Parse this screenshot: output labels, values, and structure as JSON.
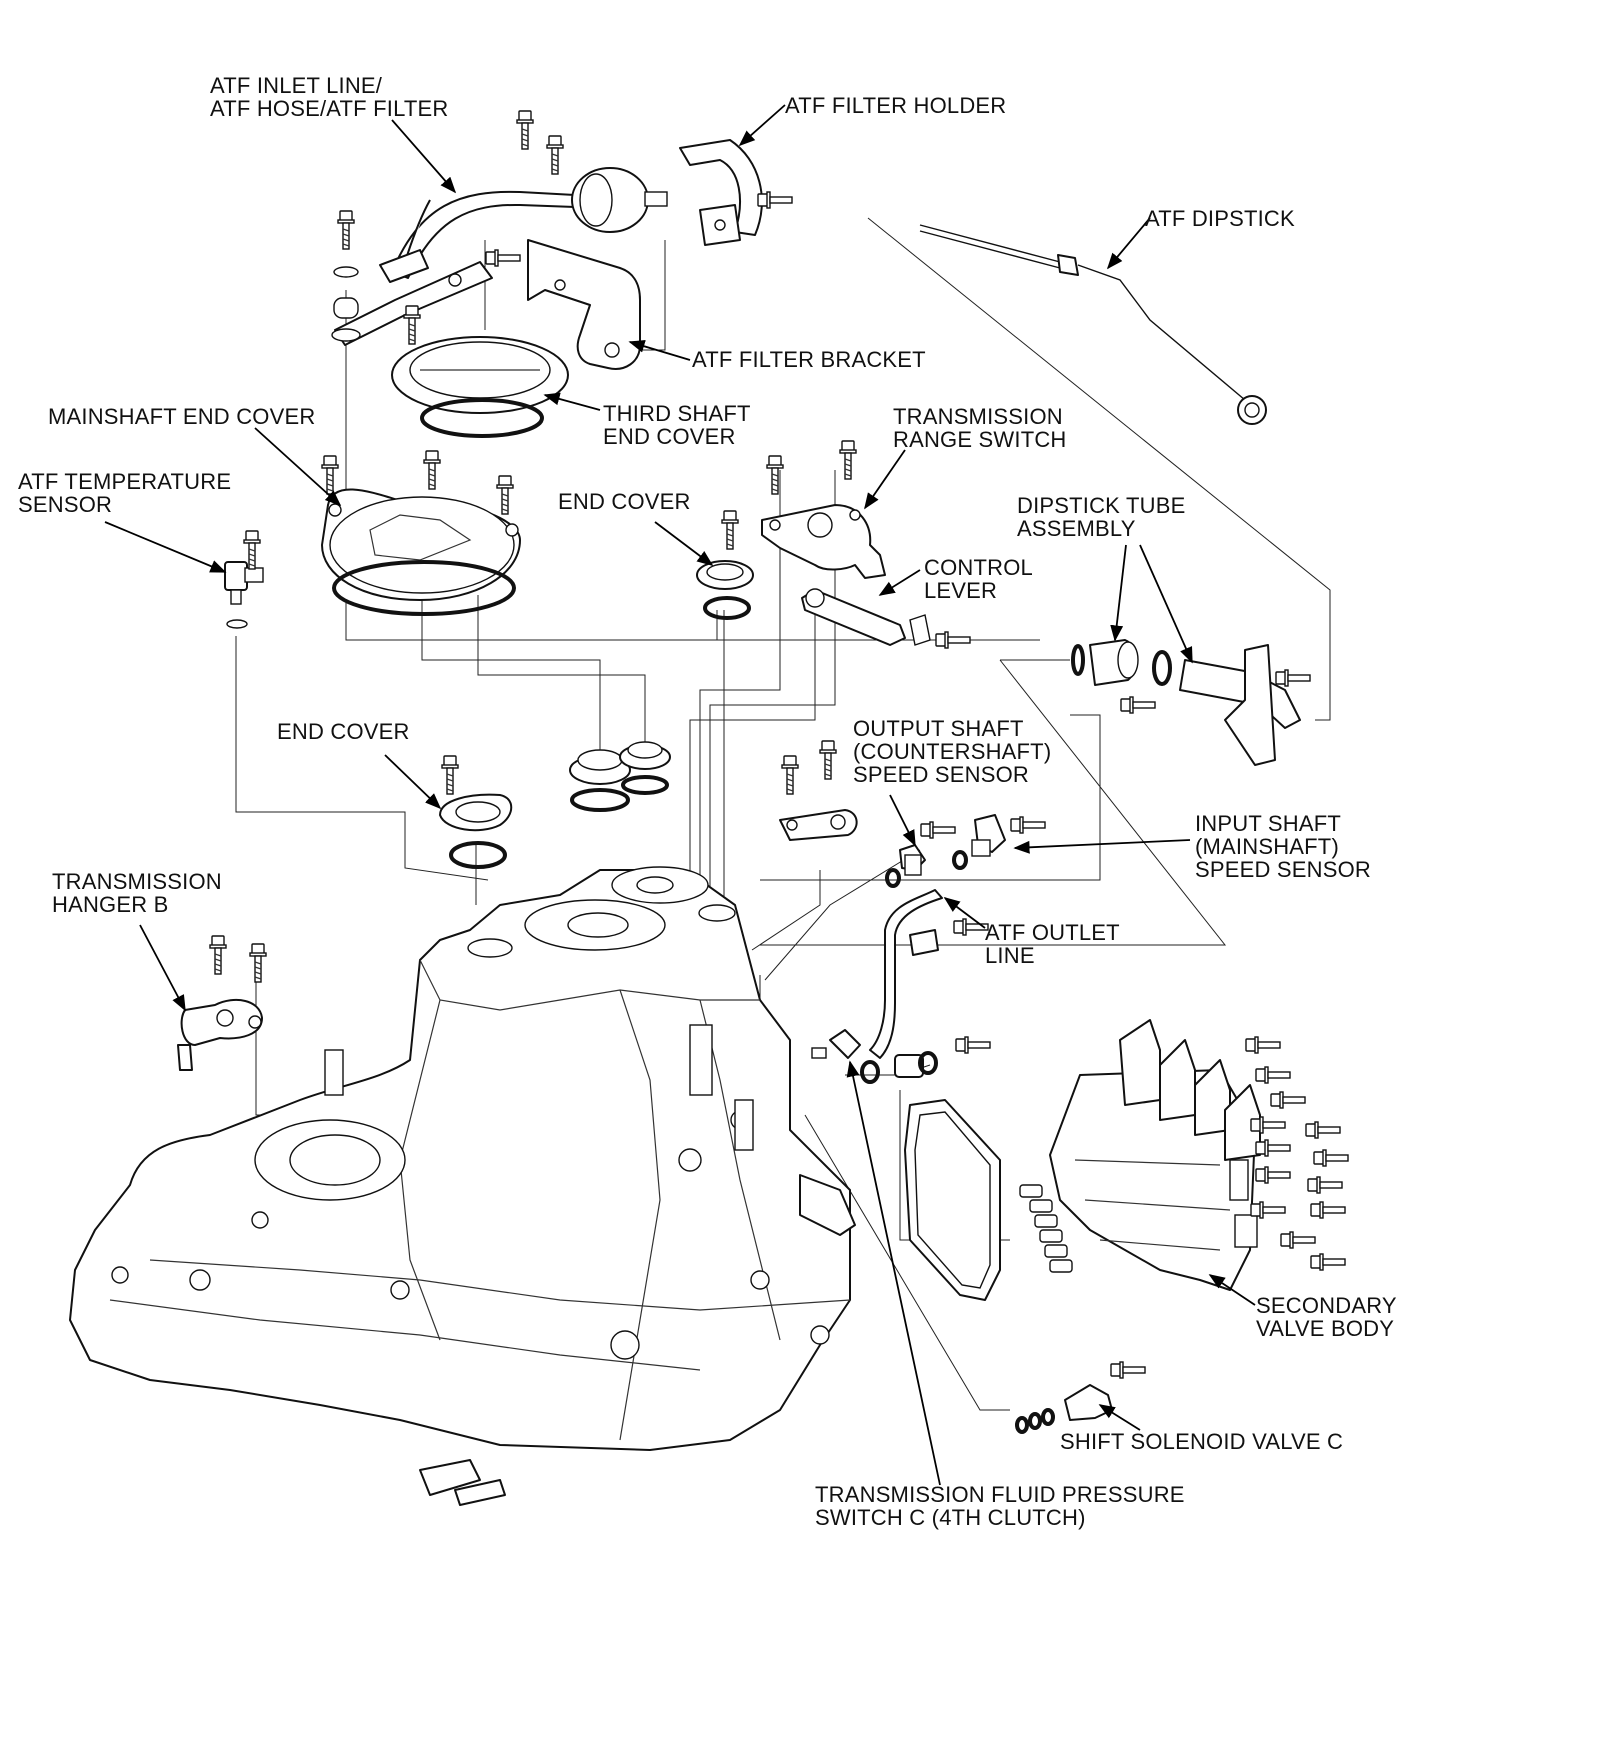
{
  "labels": {
    "atf_inlet_line": "ATF INLET LINE/\nATF HOSE/ATF FILTER",
    "atf_filter_holder": "ATF FILTER HOLDER",
    "atf_dipstick": "ATF DIPSTICK",
    "atf_filter_bracket": "ATF FILTER BRACKET",
    "mainshaft_end_cover": "MAINSHAFT END COVER",
    "third_shaft_end_cover": "THIRD SHAFT\nEND COVER",
    "transmission_range_switch": "TRANSMISSION\nRANGE SWITCH",
    "atf_temperature_sensor": "ATF TEMPERATURE\nSENSOR",
    "end_cover_upper": "END COVER",
    "dipstick_tube_assembly": "DIPSTICK TUBE\nASSEMBLY",
    "control_lever": "CONTROL\nLEVER",
    "end_cover_lower": "END COVER",
    "output_shaft_speed_sensor": "OUTPUT SHAFT\n(COUNTERSHAFT)\nSPEED SENSOR",
    "input_shaft_speed_sensor": "INPUT SHAFT\n(MAINSHAFT)\nSPEED SENSOR",
    "transmission_hanger_b": "TRANSMISSION\nHANGER B",
    "atf_outlet_line": "ATF OUTLET\nLINE",
    "secondary_valve_body": "SECONDARY\nVALVE BODY",
    "shift_solenoid_valve_c": "SHIFT SOLENOID VALVE C",
    "fluid_pressure_switch_c": "TRANSMISSION FLUID PRESSURE\nSWITCH C (4TH CLUTCH)"
  }
}
